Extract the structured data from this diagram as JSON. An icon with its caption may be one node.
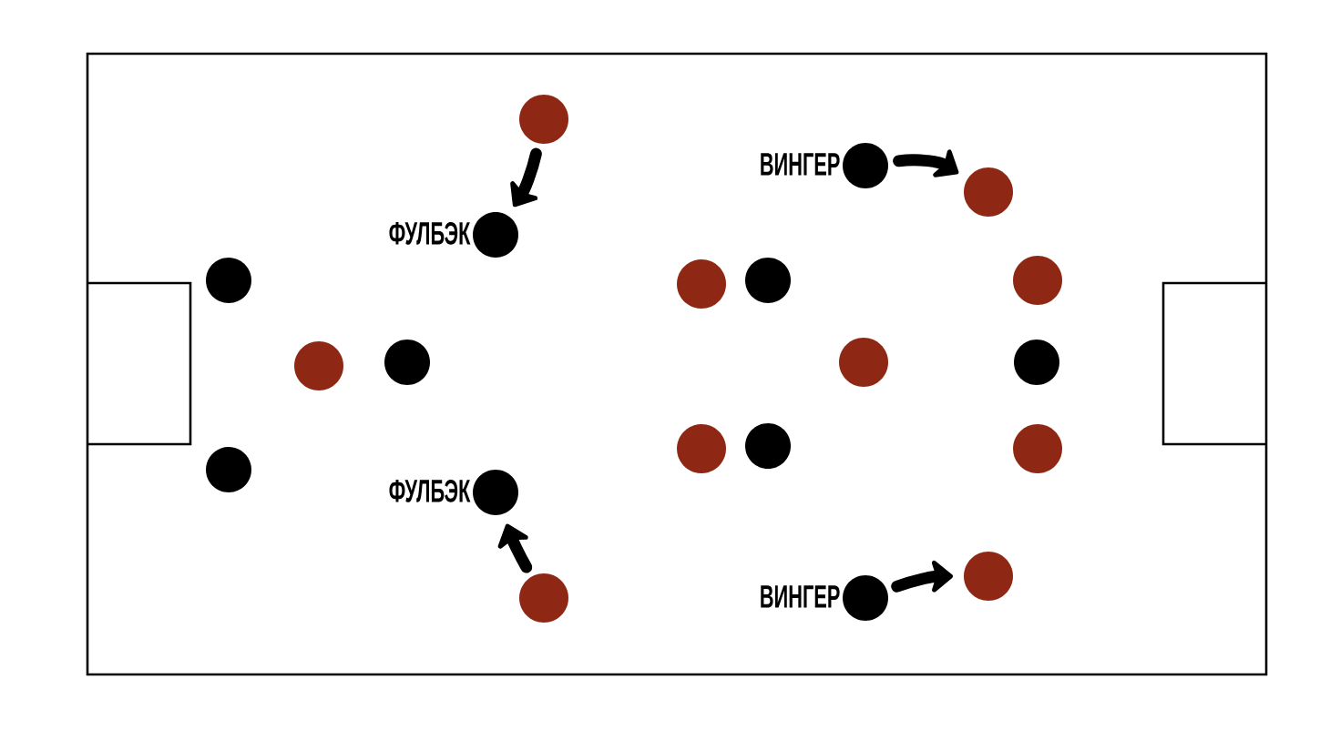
{
  "diagram": {
    "nodes": [
      {
        "text": [],
        "shape": "circle"
      },
      {
        "text": [],
        "shape": "circle",
        "beside": [
          "ВИНГЕР"
        ]
      },
      {
        "text": [],
        "shape": "circle"
      },
      {
        "text": [],
        "shape": "circle",
        "beside": [
          "ФУЛБЭК"
        ]
      },
      {
        "text": [],
        "shape": "circle"
      },
      {
        "text": [],
        "shape": "circle"
      },
      {
        "text": [],
        "shape": "circle"
      },
      {
        "text": [],
        "shape": "circle"
      },
      {
        "text": [],
        "shape": "circle"
      },
      {
        "text": [],
        "shape": "circle"
      },
      {
        "text": [],
        "shape": "circle"
      },
      {
        "text": [],
        "shape": "circle"
      },
      {
        "text": [],
        "shape": "circle"
      },
      {
        "text": [],
        "shape": "circle"
      },
      {
        "text": [],
        "shape": "circle"
      },
      {
        "text": [],
        "shape": "circle"
      },
      {
        "text": [],
        "shape": "circle",
        "beside": [
          "ФУЛБЭК"
        ]
      },
      {
        "text": [],
        "shape": "circle"
      },
      {
        "text": [],
        "shape": "circle"
      },
      {
        "text": [],
        "shape": "circle",
        "beside": [
          "ВИНГЕР"
        ]
      }
    ],
    "edges": [
      {
        "from": 0,
        "to": 3,
        "arrow": "to"
      },
      {
        "from": 1,
        "to": 2,
        "arrow": "to"
      },
      {
        "from": 18,
        "to": 16,
        "arrow": "to"
      },
      {
        "from": 19,
        "to": 17,
        "arrow": "to"
      }
    ]
  }
}
